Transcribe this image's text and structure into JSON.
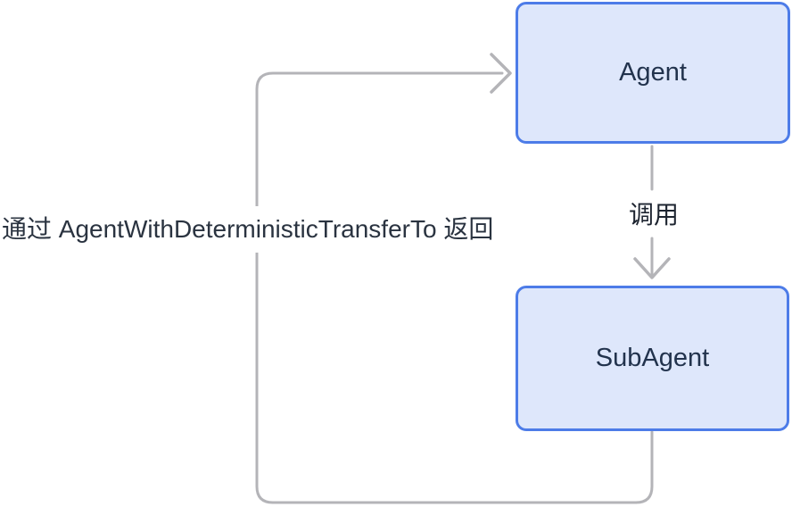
{
  "diagram": {
    "nodes": [
      {
        "id": "agent",
        "label": "Agent"
      },
      {
        "id": "subagent",
        "label": "SubAgent"
      }
    ],
    "edges": [
      {
        "id": "call",
        "from": "agent",
        "to": "subagent",
        "label": "调用",
        "style": "solid-gray-arrow-down"
      },
      {
        "id": "return-loop",
        "from": "subagent",
        "to": "agent",
        "label": "通过 AgentWithDeterministicTransferTo 返回",
        "style": "solid-gray-loop-left-arrow-right"
      }
    ],
    "colors": {
      "background": "#ffffff",
      "node_fill": "#dee7fb",
      "node_border": "#4d7ce8",
      "node_text": "#22334d",
      "connector": "#b4b4b8",
      "edge_label_text": "#1d2430",
      "annotation_text": "#2a3340"
    }
  }
}
